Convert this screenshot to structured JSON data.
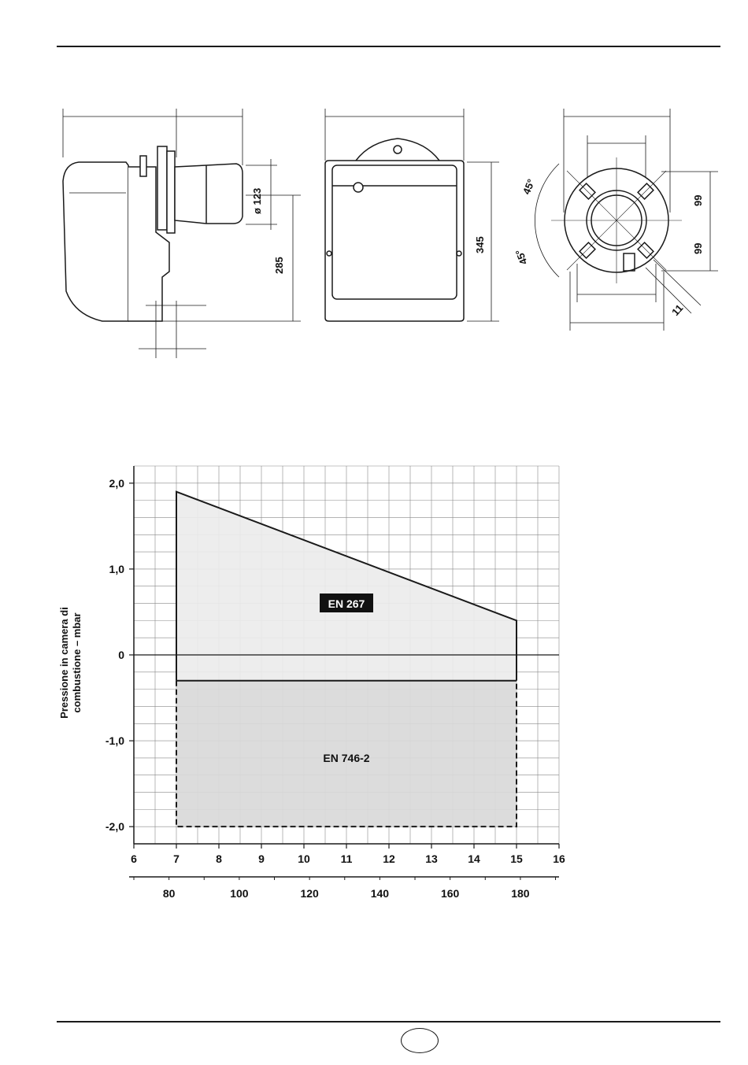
{
  "drawing": {
    "side_view": {
      "diameter_label": "ø 123",
      "height_label": "285"
    },
    "front_view": {
      "height_label": "345"
    },
    "flange_view": {
      "angle_upper": "45°",
      "angle_lower": "45°",
      "upper_offset": "99",
      "lower_offset": "99",
      "slot_label": "11"
    }
  },
  "chart_data": {
    "type": "area",
    "ylabel_line1": "Pressione in camera di",
    "ylabel_line2": "combustione – mbar",
    "y_ticks": [
      "2,0",
      "1,0",
      "0",
      "-1,0",
      "-2,0"
    ],
    "y_tick_values": [
      2,
      1,
      0,
      -1,
      -2
    ],
    "x_ticks": [
      "6",
      "7",
      "8",
      "9",
      "10",
      "11",
      "12",
      "13",
      "14",
      "15",
      "16"
    ],
    "x_tick_values": [
      6,
      7,
      8,
      9,
      10,
      11,
      12,
      13,
      14,
      15,
      16
    ],
    "x2_ticks": [
      "80",
      "100",
      "120",
      "140",
      "160",
      "180"
    ],
    "x2_tick_values": [
      80,
      100,
      120,
      140,
      160,
      180
    ],
    "xlim": [
      6,
      16
    ],
    "ylim": [
      -2.2,
      2.2
    ],
    "x2lim": [
      70,
      191
    ],
    "grid": true,
    "series": [
      {
        "name": "EN 267",
        "x": [
          7,
          7,
          15,
          15
        ],
        "y": [
          -0.3,
          1.9,
          0.4,
          -0.3
        ]
      },
      {
        "name": "EN 746-2",
        "x": [
          7,
          7,
          15,
          15
        ],
        "y": [
          -0.3,
          -2.0,
          -2.0,
          -0.3
        ]
      }
    ],
    "colors": {
      "en267_fill": "#ececec",
      "en746_fill": "#d9d9d9",
      "line": "#1a1a1a",
      "grid": "#888888"
    }
  }
}
